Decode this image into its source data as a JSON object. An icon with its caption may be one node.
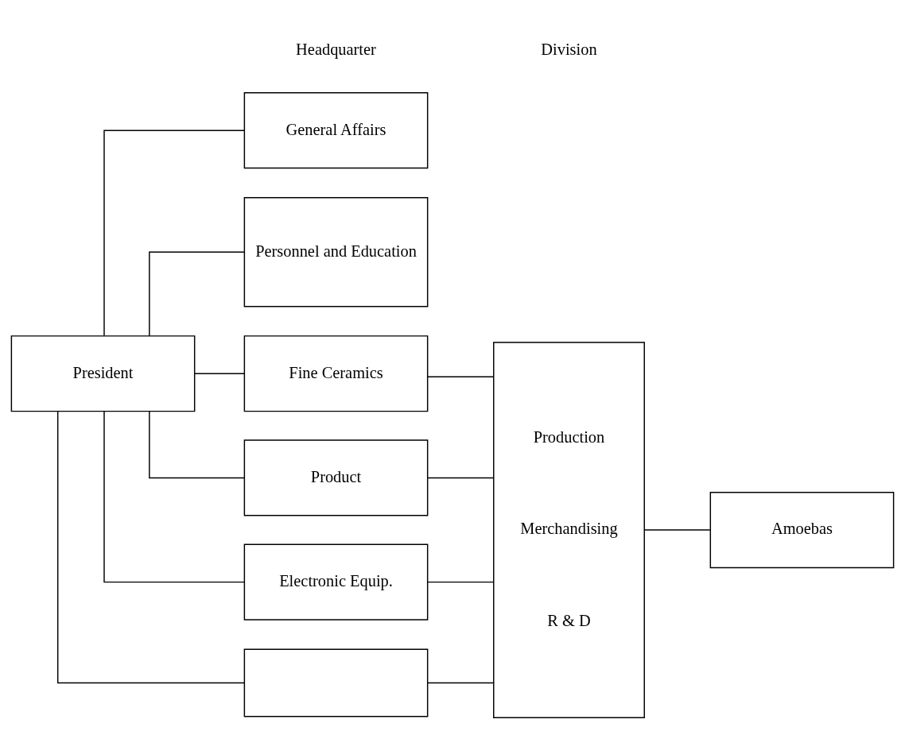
{
  "diagram": {
    "nodes": [
      {
        "text": [
          "President"
        ]
      },
      {
        "text": [
          "General Affairs"
        ]
      },
      {
        "text": [
          "Personnel and Education"
        ]
      },
      {
        "text": [
          "Fine Ceramics"
        ]
      },
      {
        "text": [
          "Product"
        ]
      },
      {
        "text": [
          "Electronic Equip."
        ]
      },
      {
        "text": [],
        "shape": "box"
      },
      {
        "text": [
          "Production",
          "Merchandising",
          "R & D"
        ]
      },
      {
        "text": [
          "Amoebas"
        ]
      }
    ],
    "edges": [
      {
        "from": 0,
        "to": 1,
        "arrow": "none"
      },
      {
        "from": 0,
        "to": 2,
        "arrow": "none"
      },
      {
        "from": 0,
        "to": 3,
        "arrow": "none"
      },
      {
        "from": 0,
        "to": 4,
        "arrow": "none"
      },
      {
        "from": 0,
        "to": 5,
        "arrow": "none"
      },
      {
        "from": 0,
        "to": 6,
        "arrow": "none"
      },
      {
        "from": 3,
        "to": 7,
        "arrow": "none"
      },
      {
        "from": 4,
        "to": 7,
        "arrow": "none"
      },
      {
        "from": 5,
        "to": 7,
        "arrow": "none"
      },
      {
        "from": 6,
        "to": 7,
        "arrow": "none"
      },
      {
        "from": 7,
        "to": 8,
        "arrow": "none"
      }
    ],
    "labels": [
      "Headquarter",
      "Division"
    ]
  }
}
